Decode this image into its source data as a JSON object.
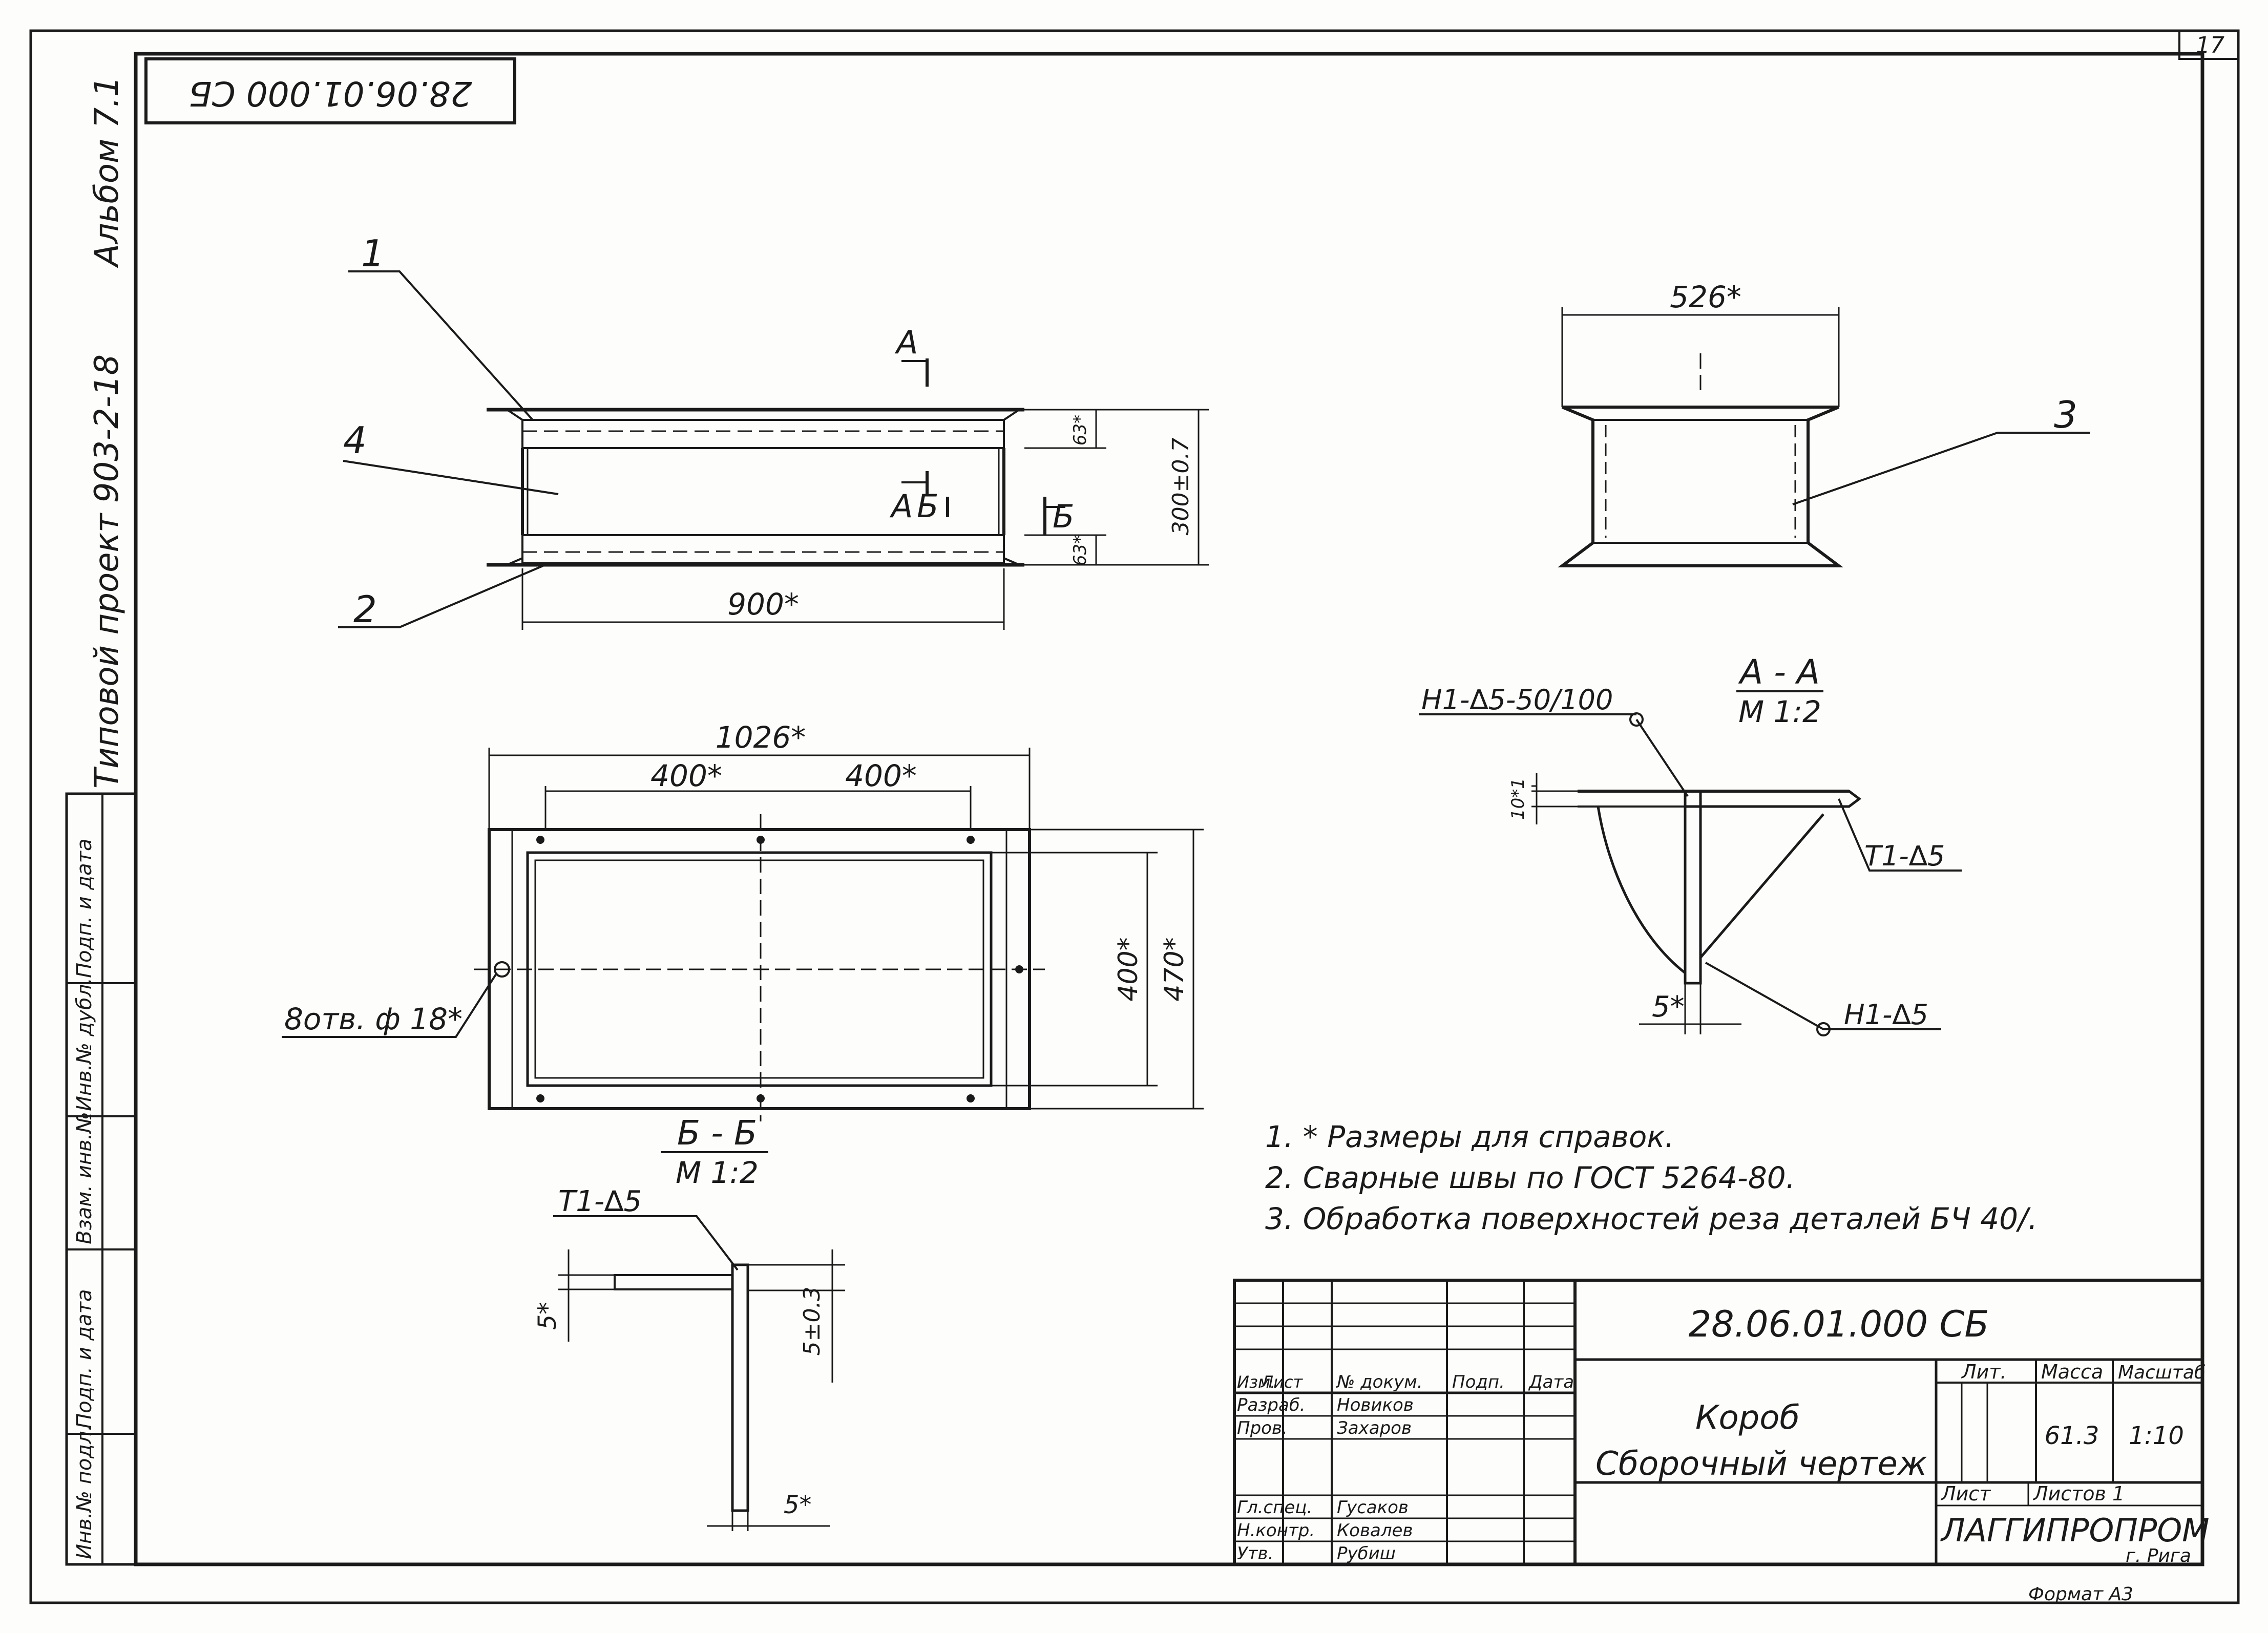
{
  "sheet": {
    "page_number": "17",
    "code_rotated": "28.06.01.000 СБ",
    "left_margin": {
      "project": "Типовой проект 903-2-18",
      "album": "Альбом 7.1",
      "inv_labels": [
        "Инв.№ подл.",
        "Подп. и дата",
        "Взам. инв.№",
        "Инв.№ дубл.",
        "Подп. и дата"
      ]
    }
  },
  "views": {
    "front": {
      "callouts": [
        "1",
        "4",
        "2"
      ],
      "section_mark_a": "А",
      "section_mark_a2": "А",
      "section_mark_b": "Б",
      "section_mark_b2": "Б",
      "dim_width": "900*",
      "dim_height": "300±0.7",
      "dim_flange_top": "63*",
      "dim_flange_bottom": "63*"
    },
    "side": {
      "callout": "3",
      "dim_width": "526*"
    },
    "plan": {
      "dim_total": "1026*",
      "dim_pitch_1": "400*",
      "dim_pitch_2": "400*",
      "dim_inner": "400*",
      "dim_outer": "470*",
      "holes": "8отв. ф 18*"
    },
    "section_aa": {
      "title": "А - А",
      "scale": "М 1:2",
      "weld_top": "Н1-∆5-50/100",
      "weld_right": "Т1-∆5",
      "weld_bottom": "Н1-∆5",
      "dim_thk": "10*1",
      "dim_web": "5*"
    },
    "section_bb": {
      "title": "Б - Б",
      "scale": "М 1:2",
      "weld": "Т1-∆5",
      "dim_left": "5*",
      "dim_right": "5±0.3",
      "dim_bottom": "5*"
    }
  },
  "notes": [
    "1. * Размеры для справок.",
    "2. Сварные швы по ГОСТ 5264-80.",
    "3. Обработка поверхностей реза деталей БЧ 40/."
  ],
  "title_block": {
    "designation": "28.06.01.000 СБ",
    "name_line1": "Короб",
    "name_line2": "Сборочный чертеж",
    "col_heads": [
      "Изм.",
      "Лист",
      "№ докум.",
      "Подп.",
      "Дата"
    ],
    "roles": [
      "Разраб.",
      "Пров.",
      "",
      "Гл.спец.",
      "Н.контр.",
      "Утв."
    ],
    "names": [
      "Новиков",
      "Захаров",
      "",
      "Гусаков",
      "Ковалев",
      "Рубиш"
    ],
    "lit_label": "Лит.",
    "mass_label": "Масса",
    "scale_label": "Масштаб",
    "mass": "61.3",
    "scale": "1:10",
    "sheet_label": "Лист",
    "sheets_label": "Листов 1",
    "org": "ЛАГГИПРОПРОМ",
    "city": "г. Рига",
    "format": "Формат А3"
  }
}
